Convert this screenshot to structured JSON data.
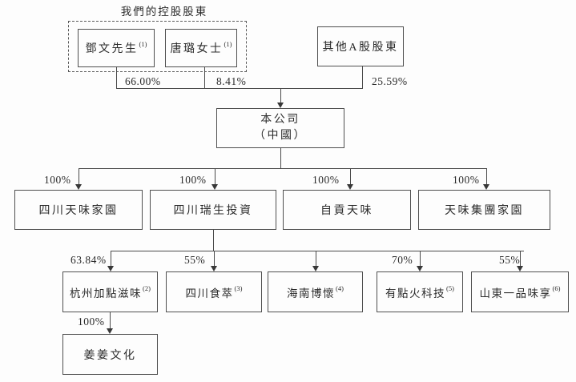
{
  "diagram": {
    "heading": "我們的控股股東",
    "nodes": {
      "deng_wen": {
        "label": "鄧文先生",
        "note": "(1)"
      },
      "tang_lu": {
        "label": "唐璐女士",
        "note": "(1)"
      },
      "other_a_shareholders": {
        "label": "其他A股股東"
      },
      "company": {
        "name": "本公司",
        "region": "（中國）"
      },
      "sichuan_tianwei_jiayuan": {
        "label": "四川天味家園"
      },
      "sichuan_ruisheng_investment": {
        "label": "四川瑞生投資"
      },
      "zigong_tianwei": {
        "label": "自貢天味"
      },
      "tianwei_group_jiayuan": {
        "label": "天味集團家園"
      },
      "hangzhou_jiadian_ziwei": {
        "label": "杭州加點滋味",
        "note": "(2)"
      },
      "sichuan_shicui": {
        "label": "四川食萃",
        "note": "(3)"
      },
      "hainan_bohuai": {
        "label": "海南博懷",
        "note": "(4)"
      },
      "youdianhuo_technology": {
        "label": "有點火科技",
        "note": "(5)"
      },
      "shandong_yipin_weixiang": {
        "label": "山東一品味享",
        "note": "(6)"
      },
      "jiangjiang_culture": {
        "label": "姜姜文化"
      }
    },
    "ownership": {
      "deng_wen": "66.00%",
      "tang_lu": "8.41%",
      "other_a_shareholders": "25.59%",
      "sichuan_tianwei_jiayuan": "100%",
      "sichuan_ruisheng_investment": "100%",
      "zigong_tianwei": "100%",
      "tianwei_group_jiayuan": "100%",
      "hangzhou_jiadian_ziwei": "63.84%",
      "sichuan_shicui": "55%",
      "youdianhuo_technology": "70%",
      "shandong_yipin_weixiang": "55%",
      "jiangjiang_culture": "100%"
    },
    "colors": {
      "line": "#4a4a4a",
      "border": "#4f4f4f",
      "text": "#2b2b2b",
      "background": "#fdfdfd"
    }
  }
}
